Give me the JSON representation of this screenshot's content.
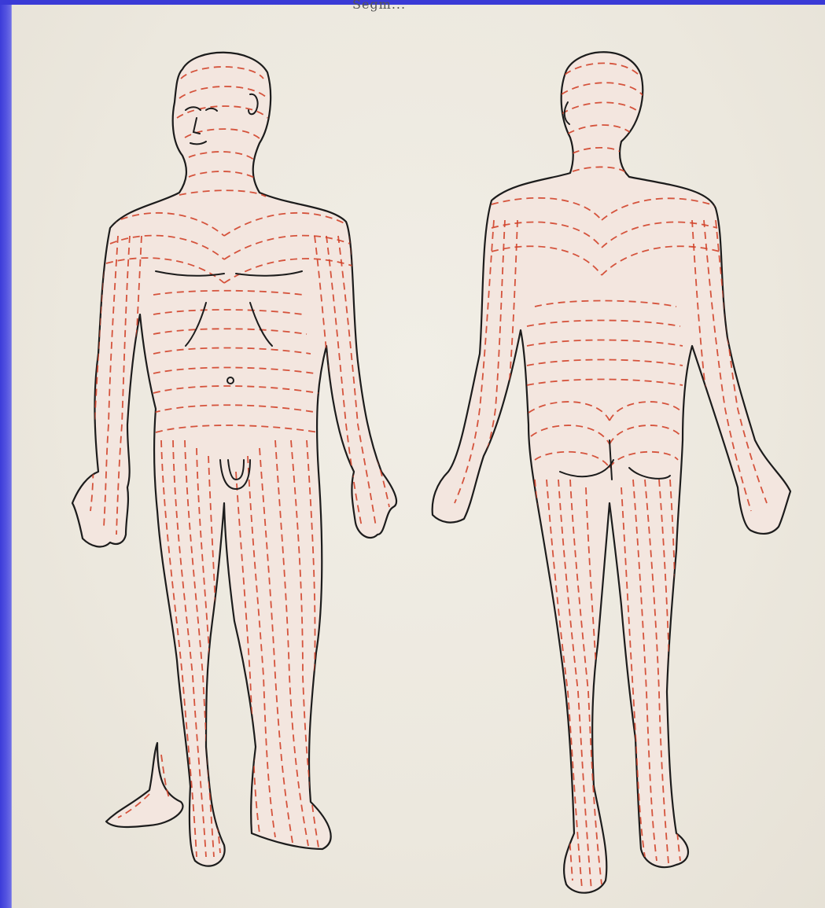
{
  "diagram": {
    "top_caption": "Segm...",
    "figures": [
      {
        "view": "anterior",
        "icon": "front-body-figure-icon"
      },
      {
        "view": "posterior",
        "icon": "back-body-figure-icon"
      }
    ],
    "colors": {
      "background": "#efece4",
      "outline": "#1c1c1c",
      "hatch_lines": "#d2432a",
      "frame": "#3a3ad6"
    }
  }
}
